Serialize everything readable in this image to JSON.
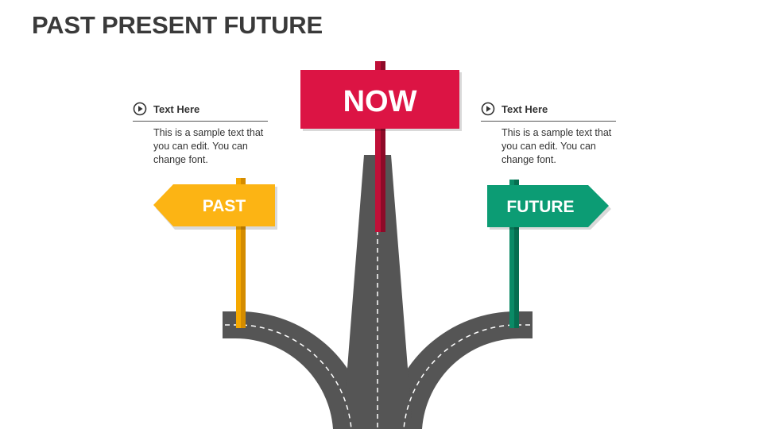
{
  "title": "PAST PRESENT FUTURE",
  "signs": {
    "now": {
      "label": "NOW",
      "color": "#dc1444"
    },
    "past": {
      "label": "PAST",
      "color": "#fcb414"
    },
    "future": {
      "label": "FUTURE",
      "color": "#0c9c74"
    }
  },
  "callouts": {
    "left": {
      "heading": "Text Here",
      "body": "This is a sample text that you can edit. You can change font."
    },
    "right": {
      "heading": "Text Here",
      "body": "This is a sample text that you can edit. You can change font."
    }
  },
  "colors": {
    "road": "#555555",
    "title": "#3a3a3a"
  },
  "icons": {
    "callout": "play-circle-icon"
  }
}
